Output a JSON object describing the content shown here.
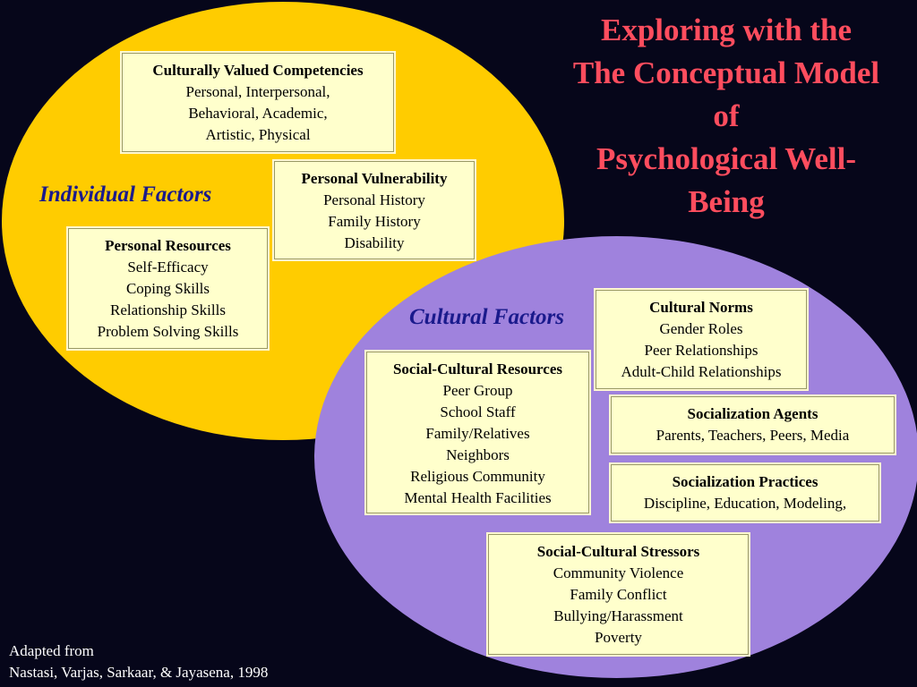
{
  "title": {
    "lines": [
      "Exploring with the",
      "The Conceptual Model",
      "of",
      "Psychological Well-",
      "Being"
    ]
  },
  "individual_label": "Individual Factors",
  "cultural_label": "Cultural Factors",
  "boxes": {
    "competencies": {
      "heading": "Culturally Valued Competencies",
      "items": [
        "Personal, Interpersonal,",
        "Behavioral, Academic,",
        "Artistic, Physical"
      ]
    },
    "vulnerability": {
      "heading": "Personal Vulnerability",
      "items": [
        "Personal History",
        "Family History",
        "Disability"
      ]
    },
    "resources": {
      "heading": "Personal Resources",
      "items": [
        "Self-Efficacy",
        "Coping Skills",
        "Relationship Skills",
        "Problem Solving Skills"
      ]
    },
    "norms": {
      "heading": "Cultural Norms",
      "items": [
        "Gender Roles",
        "Peer Relationships",
        "Adult-Child Relationships"
      ]
    },
    "social_resources": {
      "heading": "Social-Cultural Resources",
      "items": [
        "Peer Group",
        "School Staff",
        "Family/Relatives",
        "Neighbors",
        "Religious Community",
        "Mental Health Facilities"
      ]
    },
    "agents": {
      "heading": "Socialization Agents",
      "items": [
        "Parents, Teachers, Peers, Media"
      ]
    },
    "practices": {
      "heading": "Socialization Practices",
      "items": [
        "Discipline, Education, Modeling,"
      ]
    },
    "stressors": {
      "heading": "Social-Cultural Stressors",
      "items": [
        "Community Violence",
        "Family Conflict",
        "Bullying/Harassment",
        "Poverty"
      ]
    }
  },
  "credit": {
    "line1": "Adapted from",
    "line2": "Nastasi, Varjas, Sarkaar, & Jayasena, 1998"
  }
}
